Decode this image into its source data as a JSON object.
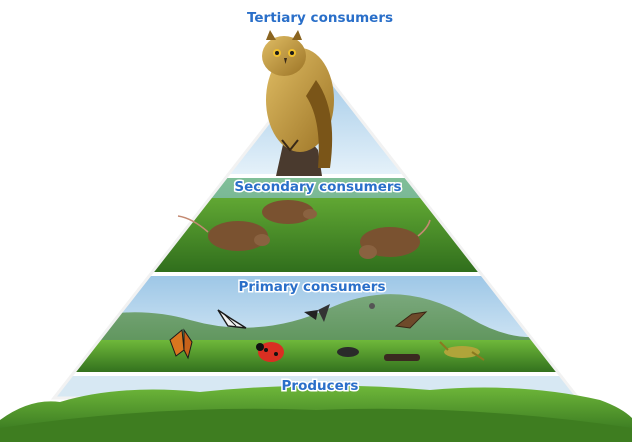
{
  "diagram": {
    "tiers": [
      {
        "label": "Tertiary consumers"
      },
      {
        "label": "Secondary consumers"
      },
      {
        "label": "Primary consumers"
      },
      {
        "label": "Producers"
      }
    ],
    "icons": {
      "apex": "owl-icon",
      "shrews": "shrew-icon",
      "insects": [
        "monarch-butterfly-icon",
        "zebra-butterfly-icon",
        "black-butterfly-icon",
        "brown-moth-icon",
        "ladybug-icon",
        "beetle-icon",
        "caterpillar-icon",
        "grasshopper-icon",
        "fly-icon"
      ]
    },
    "colors": {
      "label": "#2a6fc9",
      "grass": "#4e9a2a",
      "sky": "#bcd9ee",
      "owl": "#c9a24a"
    }
  }
}
